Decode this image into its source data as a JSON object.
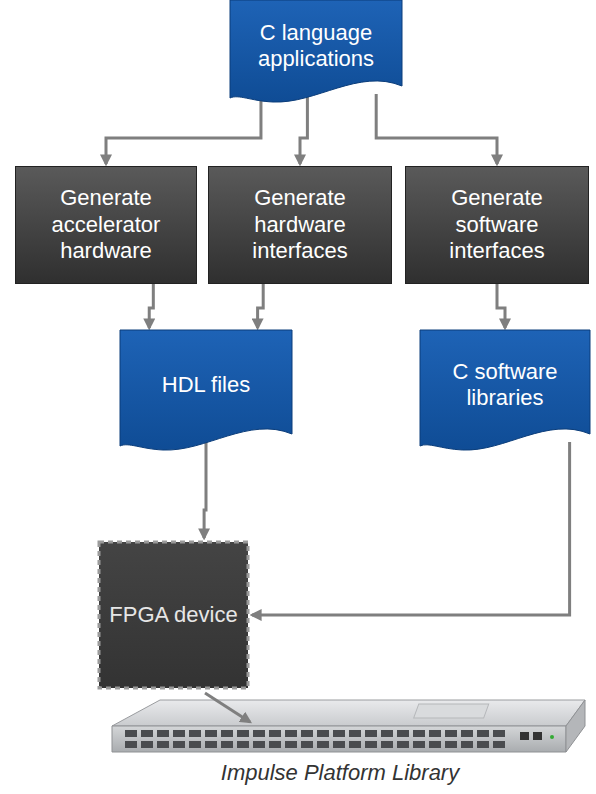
{
  "diagram": {
    "caption": "Impulse Platform Library",
    "nodes": [
      {
        "text": [
          "C language applications"
        ]
      },
      {
        "text": [
          "Generate accelerator hardware"
        ]
      },
      {
        "text": [
          "Generate hardware interfaces"
        ]
      },
      {
        "text": [
          "Generate software interfaces"
        ]
      },
      {
        "text": [
          "HDL files"
        ]
      },
      {
        "text": [
          "C software libraries"
        ]
      },
      {
        "text": [
          "FPGA device"
        ]
      }
    ],
    "edges": [
      {
        "from": 0,
        "to": 1,
        "arrow": "to"
      },
      {
        "from": 0,
        "to": 2,
        "arrow": "to"
      },
      {
        "from": 0,
        "to": 3,
        "arrow": "to"
      },
      {
        "from": 1,
        "to": 4,
        "arrow": "to"
      },
      {
        "from": 2,
        "to": 4,
        "arrow": "to"
      },
      {
        "from": 3,
        "to": 5,
        "arrow": "to"
      },
      {
        "from": 4,
        "to": 6,
        "arrow": "to"
      },
      {
        "from": 5,
        "to": 6,
        "arrow": "to"
      }
    ]
  }
}
